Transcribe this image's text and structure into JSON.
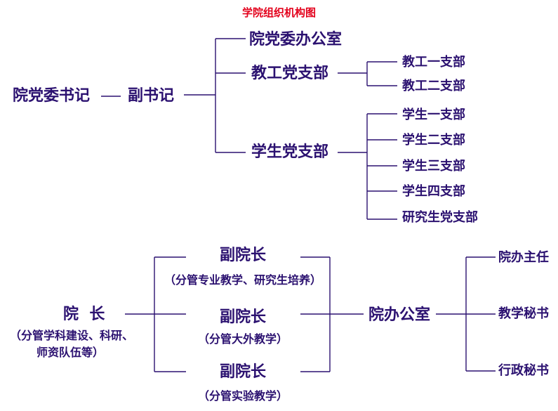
{
  "title": "学院组织机构图",
  "colors": {
    "node_text": "#2b1170",
    "title_text": "#e3001b",
    "lines": "#2b1170"
  },
  "party": {
    "secretary": "院党委书记",
    "dash": "——",
    "deputy": "副书记",
    "office": "院党委办公室",
    "faculty_branch": {
      "label": "教工党支部",
      "sub": [
        "教工一支部",
        "教工二支部"
      ]
    },
    "student_branch": {
      "label": "学生党支部",
      "sub": [
        "学生一支部",
        "学生二支部",
        "学生三支部",
        "学生四支部",
        "研究生党支部"
      ]
    }
  },
  "admin": {
    "dean": "院  长",
    "dean_note_1": "（分管学科建设、科研、",
    "dean_note_2": "师资队伍等）",
    "vice_deans": [
      {
        "label": "副院长",
        "note": "（分管专业教学、研究生培养）"
      },
      {
        "label": "副院长",
        "note": "（分管大外教学）"
      },
      {
        "label": "副院长",
        "note": "（分管实验教学）"
      }
    ],
    "office": "院办公室",
    "office_staff": [
      "院办主任",
      "教学秘书",
      "行政秘书"
    ]
  }
}
